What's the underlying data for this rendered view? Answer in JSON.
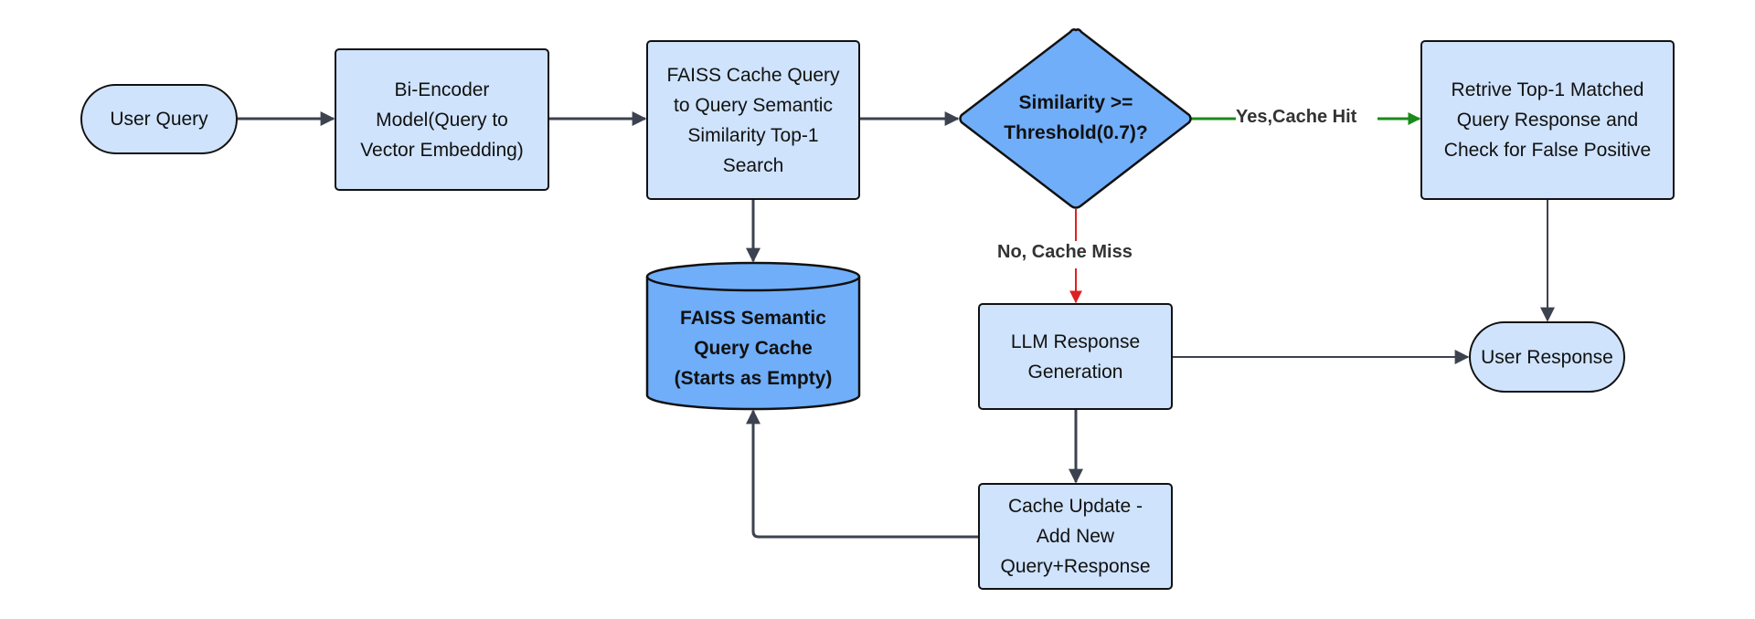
{
  "diagram": {
    "type": "flowchart",
    "colors": {
      "process_fill": "#cfe3fc",
      "decision_fill": "#70aefa",
      "store_fill": "#70aefa",
      "edge": "#3d4250",
      "yes_edge": "#1a8a1a",
      "no_edge": "#e02020"
    },
    "nodes": {
      "user_query": {
        "label": "User Query",
        "shape": "terminal"
      },
      "bi_encoder": {
        "label": "Bi-Encoder\nModel(Query to\nVector Embedding)",
        "shape": "process"
      },
      "faiss_search": {
        "label": "FAISS Cache Query\nto Query Semantic\nSimilarity Top-1\nSearch",
        "shape": "process"
      },
      "decision": {
        "label": "Similarity >=\nThreshold(0.7)?",
        "shape": "decision"
      },
      "retrieve": {
        "label": "Retrive Top-1 Matched\nQuery Response and\nCheck for False Positive",
        "shape": "process"
      },
      "cache_store": {
        "label": "FAISS Semantic\nQuery Cache\n(Starts as Empty)",
        "shape": "database"
      },
      "llm": {
        "label": "LLM Response\nGeneration",
        "shape": "process"
      },
      "cache_update": {
        "label": "Cache Update -\nAdd New\nQuery+Response",
        "shape": "process"
      },
      "user_response": {
        "label": "User Response",
        "shape": "terminal"
      }
    },
    "edges": [
      {
        "from": "user_query",
        "to": "bi_encoder",
        "label": ""
      },
      {
        "from": "bi_encoder",
        "to": "faiss_search",
        "label": ""
      },
      {
        "from": "faiss_search",
        "to": "decision",
        "label": ""
      },
      {
        "from": "faiss_search",
        "to": "cache_store",
        "label": ""
      },
      {
        "from": "decision",
        "to": "retrieve",
        "label": "Yes,Cache Hit"
      },
      {
        "from": "decision",
        "to": "llm",
        "label": "No, Cache Miss"
      },
      {
        "from": "retrieve",
        "to": "user_response",
        "label": ""
      },
      {
        "from": "llm",
        "to": "user_response",
        "label": ""
      },
      {
        "from": "llm",
        "to": "cache_update",
        "label": ""
      },
      {
        "from": "cache_update",
        "to": "cache_store",
        "label": ""
      }
    ],
    "edge_labels": {
      "yes": "Yes,Cache Hit",
      "no": "No, Cache Miss"
    }
  }
}
